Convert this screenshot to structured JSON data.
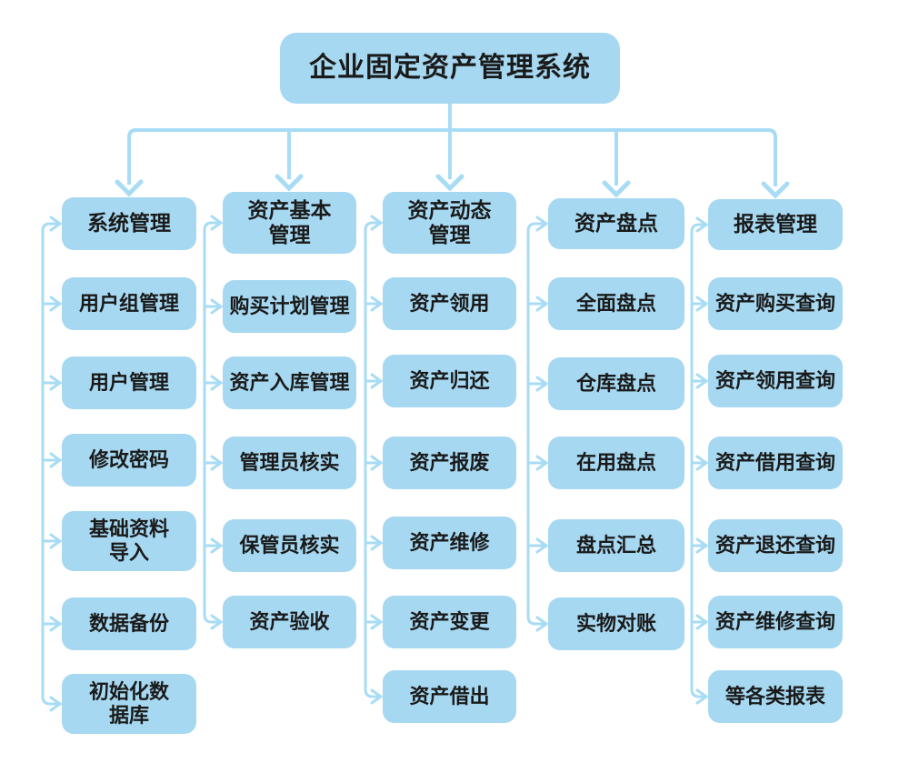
{
  "root": {
    "label": "企业固定资产管理系统"
  },
  "columns": [
    {
      "header": "系统管理",
      "items": [
        "用户组管理",
        "用户管理",
        "修改密码",
        "基础资料\n导入",
        "数据备份",
        "初始化数\n据库"
      ]
    },
    {
      "header": "资产基本\n管理",
      "items": [
        "购买计划管理",
        "资产入库管理",
        "管理员核实",
        "保管员核实",
        "资产验收"
      ]
    },
    {
      "header": "资产动态\n管理",
      "items": [
        "资产领用",
        "资产归还",
        "资产报废",
        "资产维修",
        "资产变更",
        "资产借出"
      ]
    },
    {
      "header": "资产盘点",
      "items": [
        "全面盘点",
        "仓库盘点",
        "在用盘点",
        "盘点汇总",
        "实物对账"
      ]
    },
    {
      "header": "报表管理",
      "items": [
        "资产购买查询",
        "资产领用查询",
        "资产借用查询",
        "资产退还查询",
        "资产维修查询",
        "等各类报表"
      ]
    }
  ],
  "colors": {
    "node_fill": "#a6d8f1",
    "connector": "#a8dcf5",
    "text": "#1a1a1a",
    "background": "#ffffff"
  }
}
